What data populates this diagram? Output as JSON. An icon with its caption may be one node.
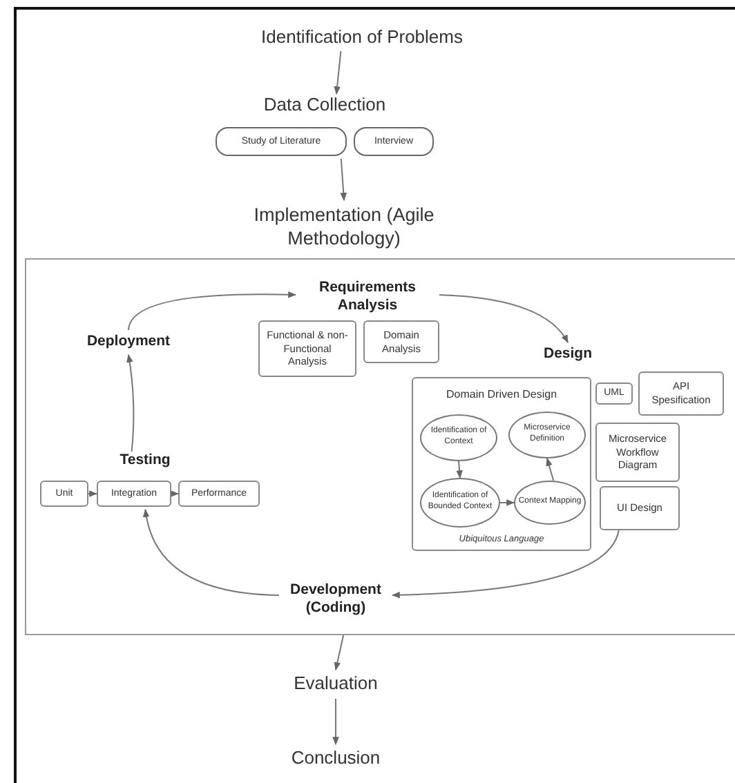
{
  "diagram": {
    "nodes": [
      {
        "text": [
          "Identification of Problems"
        ]
      },
      {
        "text": [
          "Data Collection"
        ]
      },
      {
        "text": [
          "Study of Literature"
        ],
        "in": 1
      },
      {
        "text": [
          "Interview"
        ],
        "in": 1
      },
      {
        "text": [
          "Implementation (Agile Methodology)"
        ]
      },
      {
        "text": [],
        "shape": "box"
      },
      {
        "text": [
          "Requirements Analysis"
        ],
        "in": 5
      },
      {
        "text": [
          "Functional & non-Functional Analysis"
        ],
        "in": 5
      },
      {
        "text": [
          "Domain Analysis"
        ],
        "in": 5
      },
      {
        "text": [
          "Design"
        ],
        "in": 5
      },
      {
        "text": [
          "Domain Driven Design",
          "Ubiquitous Language"
        ],
        "in": 5
      },
      {
        "text": [
          "Identification of Context"
        ],
        "in": 10
      },
      {
        "text": [
          "Microservice Definition"
        ],
        "in": 10
      },
      {
        "text": [
          "Identification of Bounded Context"
        ],
        "in": 10
      },
      {
        "text": [
          "Context Mapping"
        ],
        "in": 10
      },
      {
        "text": [
          "UML"
        ],
        "in": 5
      },
      {
        "text": [
          "API Spesification"
        ],
        "in": 5
      },
      {
        "text": [
          "Microservice Workflow Diagram"
        ],
        "in": 5
      },
      {
        "text": [
          "UI Design"
        ],
        "in": 5
      },
      {
        "text": [
          "Development (Coding)"
        ],
        "in": 5
      },
      {
        "text": [
          "Testing"
        ],
        "in": 5
      },
      {
        "text": [
          "Unit"
        ],
        "in": 20
      },
      {
        "text": [
          "Integration"
        ],
        "in": 20
      },
      {
        "text": [
          "Performance"
        ],
        "in": 20
      },
      {
        "text": [
          "Deployment"
        ],
        "in": 5
      },
      {
        "text": [
          "Evaluation"
        ]
      },
      {
        "text": [
          "Conclusion"
        ]
      }
    ],
    "edges": [
      {
        "from": 0,
        "to": 1,
        "arrow": "to"
      },
      {
        "from": 1,
        "to": 4,
        "arrow": "to"
      },
      {
        "from": 5,
        "to": 25,
        "arrow": "to"
      },
      {
        "from": 25,
        "to": 26,
        "arrow": "to"
      },
      {
        "from": 6,
        "to": 9,
        "arrow": "to"
      },
      {
        "from": 18,
        "to": 19,
        "arrow": "to"
      },
      {
        "from": 19,
        "to": 20,
        "arrow": "to"
      },
      {
        "from": 20,
        "to": 24,
        "arrow": "to"
      },
      {
        "from": 24,
        "to": 6,
        "arrow": "to"
      },
      {
        "from": 21,
        "to": 22,
        "arrow": "to"
      },
      {
        "from": 22,
        "to": 23,
        "arrow": "to"
      },
      {
        "from": 11,
        "to": 13,
        "arrow": "to"
      },
      {
        "from": 13,
        "to": 14,
        "arrow": "to"
      },
      {
        "from": 14,
        "to": 12,
        "arrow": "to"
      }
    ]
  }
}
